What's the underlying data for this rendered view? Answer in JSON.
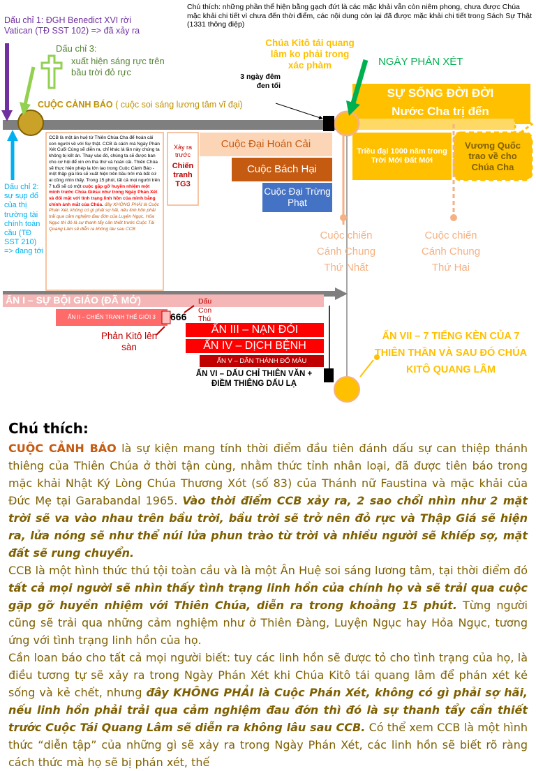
{
  "header_note": "Chú thích: những phần thể hiện bằng gạch đứt là các mặc khải vẫn còn niêm phong, chưa được Chúa mặc khải chi tiết vì chưa đến thời điểm, các nội dung còn lại đã được mặc khải chi tiết trong Sách Sự Thật (1331 thông điệp)",
  "sign1": "Dấu chỉ 1: ĐGH Benedict XVI rời Vatican (TĐ SST 102) => đã xảy ra",
  "sign2": "Dấu chỉ 2: sự sụp đổ của thị trường tài chính toàn cầu (TĐ SST 210) => đang tới",
  "sign3_title": "Dấu chỉ 3:",
  "sign3_body": "xuất hiện sáng rực trên bầu trời đỏ rực",
  "warning_main": "CUỘC CẢNH BÁO",
  "warning_sub": " ( cuộc soi sáng lương tâm vĩ đại)",
  "ccb_box_intro": "CCB là một ân huệ từ Thiên Chúa Cha để hoán cải con người về với Sự thật. CCB là cách mà Ngày Phán Xét Cuối Cùng sẽ diễn ra, chỉ khác là lần này chúng ta không bị kết án. Thay vào đó, chúng ta sẽ được ban cho cơ hội để xin ơn tha thứ và hoán cải. Thiên Chúa sẽ thực hiện phép lạ lớn lao trong Cuộc Cảnh Báo - một thập giá lửa sẽ xuất hiện trên bầu trời mà bất cứ ai cũng nhìn thấy. Trong 15 phút, tất cả mọi người trên 7 tuổi sẽ có một ",
  "ccb_box_red": "cuộc gặp gỡ huyền nhiệm một mình trước Chúa Giêsu như trong Ngày Phán Xét và đối mặt với tình trạng linh hồn của mình bằng chính ánh mắt của Chúa.",
  "ccb_box_tail": " đây KHÔNG PHẢI là Cuộc Phán Xét, không có gì phải sợ hãi, nếu linh hồn phải trải qua cảm nghiệm đau đớn của Luyện Ngục, Hỏa Ngục thì đó là sự thanh tẩy cần thiết trước Cuộc Tái Quang Lâm sẽ diễn ra không lâu sau CCB",
  "war_box": "Xảy ra trước",
  "war_box_bold": "Chiến tranh TG3",
  "three_days": "3 ngày đêm đen tối",
  "second_coming": "Chúa Kitô tái quang lâm ko phải trong xác phàm",
  "judgment_day": "NGÀY PHÁN XÉT",
  "eternal_line1": "SỰ SỐNG ĐỜI ĐỜI",
  "eternal_line2": "Nước Cha trị đến",
  "great_conversion": "Cuộc Đại Hoán Cải",
  "persecution": "Cuộc Bách Hại",
  "great_chastisement": "Cuộc Đại Trừng Phạt",
  "millennium": "Triều đại 1000 năm trong Trời Mới Đất Mới",
  "kingdom": "Vương Quốc trao về cho Chúa Cha",
  "battle1": "Cuộc chiến Cánh Chung Thứ Nhất",
  "battle2": "Cuộc chiến Cánh Chung Thứ Hai",
  "seal1": "ẤN I – SỰ BỘI GIÁO (ĐÃ MỞ)",
  "seal2": "ẤN II – CHIẾN TRANH THẾ GIỚI 3",
  "seal3": "ẤN III – NẠN ĐÓI",
  "seal4": "ẤN IV – DỊCH BỆNH",
  "seal5": "ẤN V – DÂN THÁNH ĐỔ MÁU",
  "seal6": "ẤN VI – DẤU CHỈ THIÊN VĂN + ĐIỀM THIÊNG DẤU LẠ",
  "seal7": "ẤN VII – 7 TIẾNG KÈN CỦA 7 THIÊN THẦN VÀ SAU ĐÓ CHÚA KITÔ QUANG LÂM",
  "mark_label": "Dấu Con Thú",
  "mark_number": "666",
  "antichrist": "Phản Kitô lên sàn",
  "notes": {
    "heading": "Chú thích:",
    "p1_a": "CUỘC CẢNH BÁO",
    "p1_b": " là sự kiện mang tính thời điểm đầu tiên đánh dấu sự can thiệp thánh thiêng của Thiên Chúa ở thời tận cùng, nhằm thức tỉnh nhân loại, đã được tiên báo trong mặc khải Nhật Ký Lòng Chúa Thương Xót (số 83) của Thánh nữ Faustina và mặc khải của Đức Mẹ tại Garabandal 1965. ",
    "p1_c": "Vào thời điểm CCB xảy ra, 2 sao chổi nhìn như 2 mặt trời sẽ va vào nhau trên bầu trời, bầu trời sẽ trở nên đỏ rực và Thập Giá sẽ hiện ra, lửa nóng sẽ như thể núi lửa phun trào từ trời và nhiều người sẽ khiếp sợ, mặt đất sẽ rung chuyển.",
    "p2_a": "CCB là một hình thức thú tội toàn cầu và là một Ân Huệ soi sáng lương tâm, tại thời điểm đó ",
    "p2_b": "tất cả mọi người sẽ nhìn thấy tình trạng linh hồn của chính họ và sẽ trải qua cuộc gặp gỡ huyền nhiệm với Thiên Chúa, diễn ra trong khoảng 15 phút.",
    "p2_c": " Từng người cũng sẽ trải qua những cảm nghiệm như ở Thiên Đàng, Luyện Ngục hay Hỏa Ngục, tương ứng với tình trạng linh hồn của họ.",
    "p3_a": "Cần loan báo cho tất cả mọi người biết: tuy các linh hồn sẽ được tỏ cho tình trạng của họ, là điều tương tự sẽ xảy ra trong Ngày Phán Xét khi Chúa Kitô tái quang lâm để phán xét kẻ sống và kẻ chết, nhưng ",
    "p3_b": "đây KHÔNG PHẢI là Cuộc Phán Xét, không có gì phải sợ hãi, nếu linh hồn phải trải qua cảm nghiệm đau đớn thì đó là sự thanh tẩy cần thiết trước Cuộc Tái Quang Lâm sẽ diễn ra không lâu sau CCB.",
    "p3_c": " Có thể xem CCB là một hình thức “diễn tập” của những gì sẽ xảy ra trong Ngày Phán Xét, các linh hồn sẽ biết rõ ràng cách thức mà họ sẽ bị phán xét, thế"
  },
  "colors": {
    "purple": "#7030a0",
    "green": "#70ad47",
    "blue": "#00b0f0",
    "gold": "#ffc000",
    "orange": "#f4b183",
    "dark_orange": "#c55a11",
    "red": "#ff0000",
    "dark_red": "#c00000",
    "pink": "#f4b6b6"
  }
}
